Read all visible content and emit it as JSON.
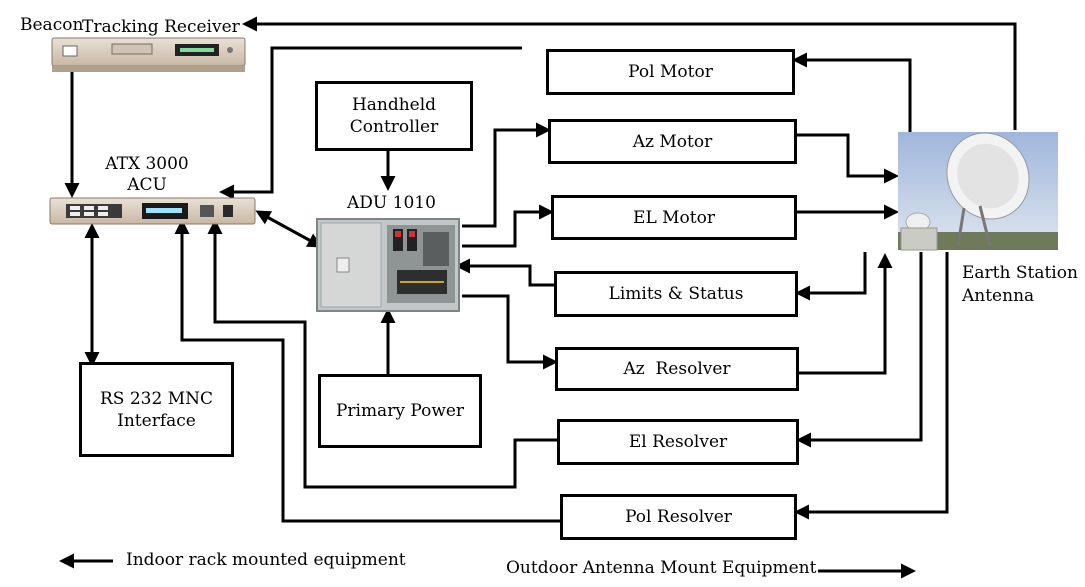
{
  "labels": {
    "beacon": "Beacon",
    "tracking_receiver": "Tracking Receiver",
    "atx_line1": "ATX 3000",
    "atx_line2": "ACU",
    "adu": "ADU 1010",
    "earth_line1": "Earth Station",
    "earth_line2": "Antenna"
  },
  "boxes": {
    "pol_motor": "Pol Motor",
    "handheld_line1": "Handheld",
    "handheld_line2": "Controller",
    "az_motor": "Az Motor",
    "el_motor": "EL Motor",
    "limits_status": "Limits & Status",
    "az_resolver": "Az  Resolver",
    "rs232_line1": "RS 232 MNC",
    "rs232_line2": "Interface",
    "primary_power": "Primary Power",
    "el_resolver": "El Resolver",
    "pol_resolver": "Pol Resolver"
  },
  "legend": {
    "indoor": "Indoor rack mounted equipment",
    "outdoor": "Outdoor Antenna Mount Equipment"
  },
  "colors": {
    "line": "#000000",
    "rack_face": "#d8c9b8",
    "enclosure": "#b9bdbd",
    "sky": "#b8c8e0"
  }
}
